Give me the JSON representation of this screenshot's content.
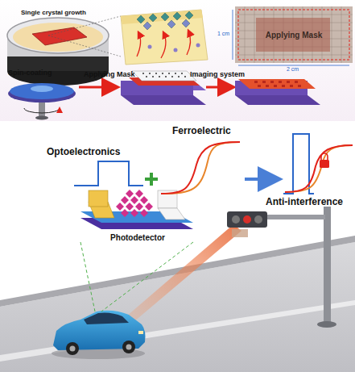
{
  "diagram": {
    "nodes": [
      {
        "text": [
          "Single crystal growth"
        ]
      },
      {
        "text": [
          "Spin-coating"
        ]
      },
      {
        "text": [
          "Applying Mask"
        ]
      },
      {
        "text": [
          "Photodetector"
        ]
      }
    ],
    "labels": [
      "Applying Mask",
      "Imaging system",
      "1 cm",
      "2 cm",
      "Ferroelectric",
      "Optoelectronics",
      "Anti-interference"
    ]
  }
}
